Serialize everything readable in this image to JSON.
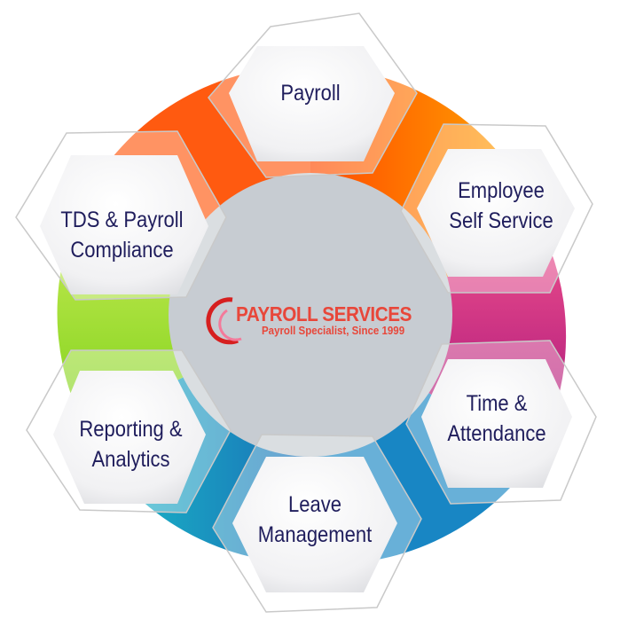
{
  "logo": {
    "title": "PAYROLL SERVICES",
    "tagline": "Payroll Specialist, Since 1999",
    "color": "#e8473a"
  },
  "center": {
    "color": "#c7ccd2"
  },
  "segments": [
    {
      "label": "Payroll",
      "color": "#ff6a00"
    },
    {
      "label": "Employee Self Service",
      "color": "#e0306e"
    },
    {
      "label": "Time & Attendance",
      "color": "#a0187e"
    },
    {
      "label": "Leave Management",
      "color": "#1a8cc4"
    },
    {
      "label": "Reporting & Analytics",
      "color": "#1cb6c6"
    },
    {
      "label": "TDS & Payroll Compliance",
      "color": "#9fdc2a"
    }
  ],
  "nodes": [
    {
      "line1": "Payroll",
      "line2": ""
    },
    {
      "line1": "Employee",
      "line2": "Self Service"
    },
    {
      "line1": "Time &",
      "line2": "Attendance"
    },
    {
      "line1": "Leave",
      "line2": "Management"
    },
    {
      "line1": "Reporting &",
      "line2": "Analytics"
    },
    {
      "line1": "TDS & Payroll",
      "line2": "Compliance"
    }
  ]
}
